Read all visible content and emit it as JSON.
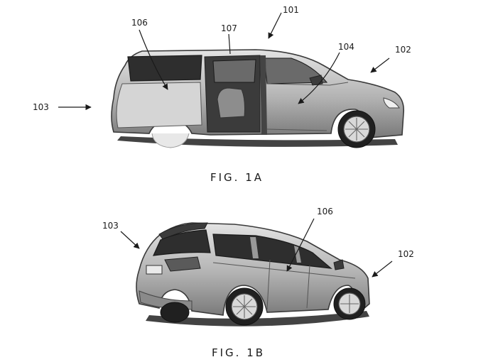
{
  "figures": [
    {
      "caption": "FIG. 1A",
      "refs": {
        "vehicle": "101",
        "front": "102",
        "rear": "103",
        "front_door": "104",
        "sliding_door": "106",
        "door_opening": "107"
      }
    },
    {
      "caption": "FIG. 1B",
      "refs": {
        "rear": "103",
        "side": "106",
        "front": "102"
      }
    }
  ],
  "colors": {
    "ink": "#1a1a1a",
    "paper": "#ffffff",
    "body": "#a8a8a8"
  }
}
